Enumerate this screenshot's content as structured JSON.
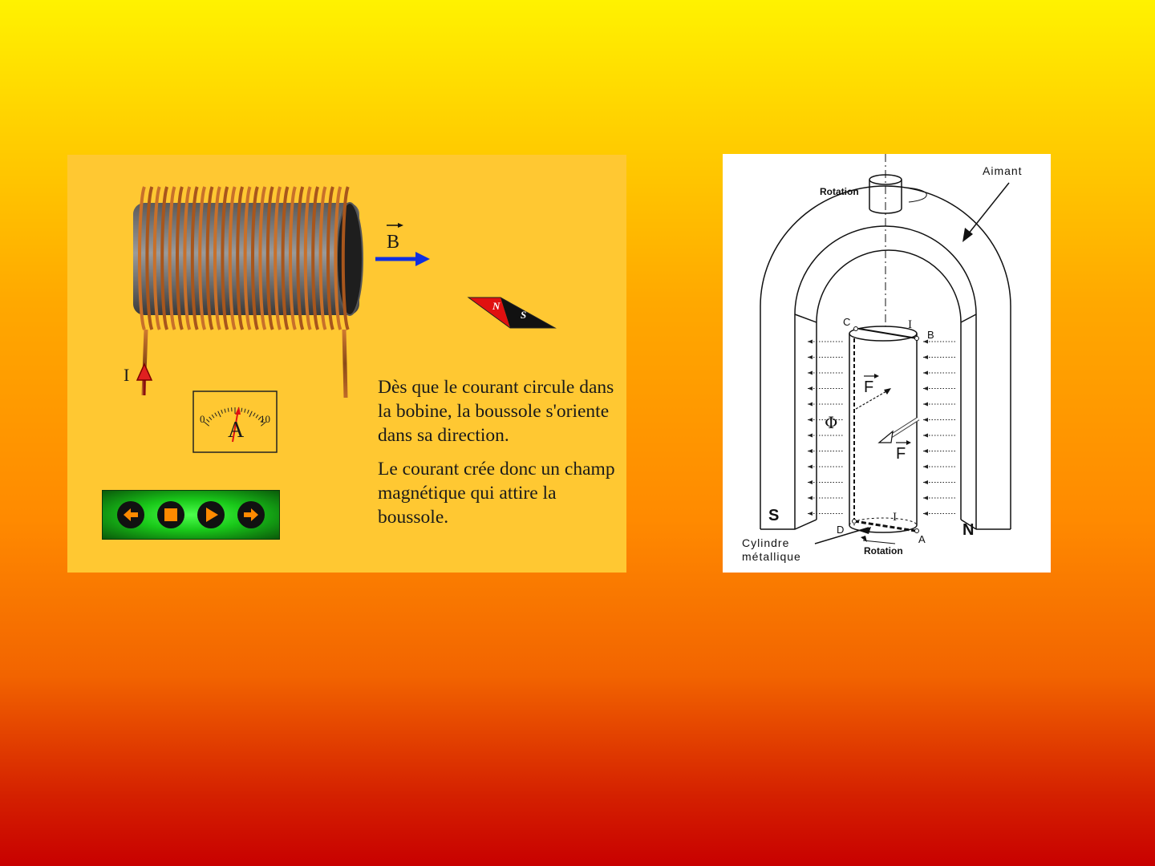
{
  "left_panel": {
    "field_label": "B",
    "current_label": "I",
    "compass": {
      "north": "N",
      "south": "S"
    },
    "ammeter": {
      "min": "0",
      "max": "10",
      "unit": "A"
    },
    "caption": [
      "Dès que le courant circule dans la bobine, la boussole s'oriente dans sa direction.",
      "Le courant crée donc un champ magnétique qui attire la boussole."
    ],
    "controls": [
      "previous-icon",
      "stop-icon",
      "play-icon",
      "next-icon"
    ],
    "colors": {
      "field_arrow": "#1030e0",
      "current_arrow": "#e02020",
      "compass_north": "#e01010",
      "coil": "#b05a20"
    }
  },
  "right_panel": {
    "labels": {
      "magnet": "Aimant",
      "rotation_top": "Rotation",
      "rotation_bottom": "Rotation",
      "pole_south": "S",
      "pole_north": "N",
      "flux": "Φ",
      "force_1": "F",
      "force_2": "F",
      "corner_c": "C",
      "corner_b": "B",
      "corner_d": "D",
      "corner_a": "A",
      "current_top": "I",
      "current_bottom": "I",
      "cylinder_1": "Cylindre",
      "cylinder_2": "métallique"
    }
  }
}
